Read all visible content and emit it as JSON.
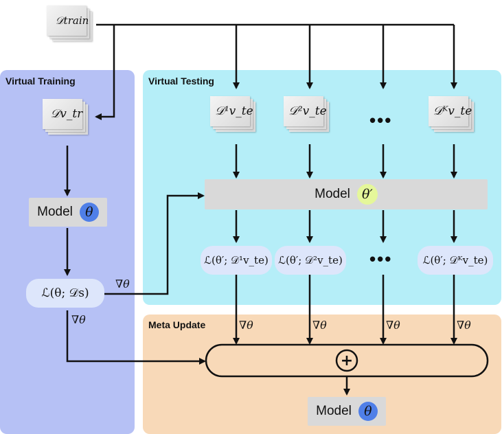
{
  "panels": {
    "virtual_training": "Virtual Training",
    "virtual_testing": "Virtual Testing",
    "meta_update": "Meta Update"
  },
  "datasets": {
    "train": "𝒟train",
    "v_tr": "𝒟v_tr",
    "v_te_1": "𝒟¹v_te",
    "v_te_2": "𝒟²v_te",
    "v_te_k": "𝒟ᴷv_te"
  },
  "models": {
    "label": "Model",
    "theta": "θ",
    "theta_prime": "θ′"
  },
  "losses": {
    "train": "ℒ(θ; 𝒟s)",
    "test_1": "ℒ(θ′; 𝒟¹v_te)",
    "test_2": "ℒ(θ′; 𝒟²v_te)",
    "test_k": "ℒ(θ′; 𝒟ᴷv_te)"
  },
  "symbols": {
    "grad": "∇θ",
    "ellipsis": "•••",
    "plus": "+"
  },
  "colors": {
    "training_panel": "#b6c1f5",
    "testing_panel": "#b5eef8",
    "meta_panel": "#f8d9b8",
    "theta_badge": "#4f7fe8",
    "theta_prime_badge": "#e5f79a"
  }
}
